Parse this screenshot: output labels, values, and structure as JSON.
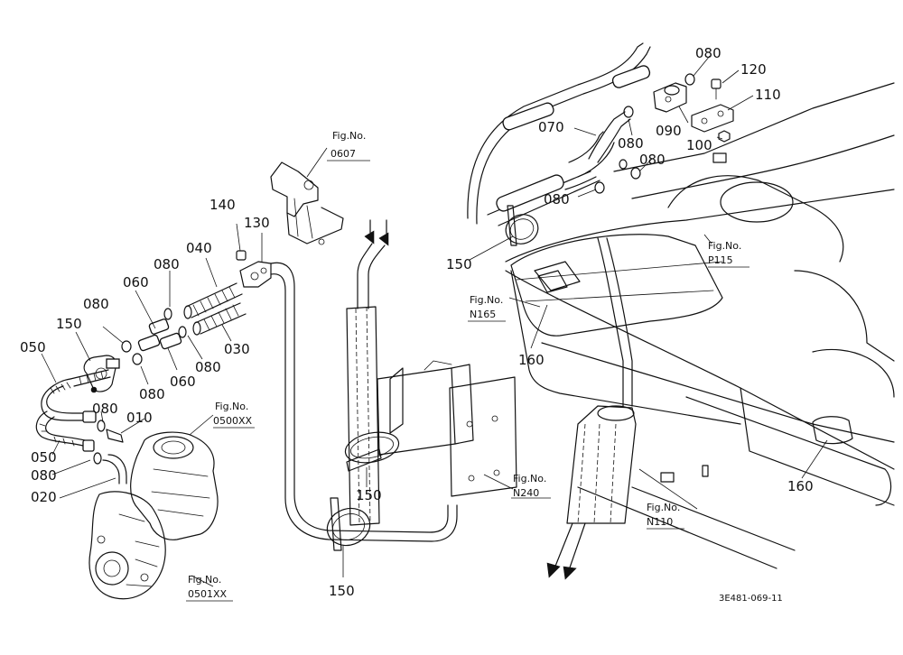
{
  "diagram": {
    "callouts": {
      "c140": "140",
      "c130": "130",
      "c040": "040",
      "c080_a": "080",
      "c060_a": "060",
      "c080_b": "080",
      "c150_a": "150",
      "c050_a": "050",
      "c030": "030",
      "c080_c": "080",
      "c060_b": "060",
      "c080_d": "080",
      "c080_e": "080",
      "c010": "010",
      "c050_b": "050",
      "c080_f": "080",
      "c020": "020",
      "c150_b": "150",
      "c150_c": "150",
      "c080_g": "080",
      "c120": "120",
      "c110": "110",
      "c070": "070",
      "c080_h": "080",
      "c090": "090",
      "c100": "100",
      "c080_i": "080",
      "c080_j": "080",
      "c150_d": "150",
      "c160_a": "160",
      "c160_b": "160"
    },
    "fig_refs": {
      "f0607": "0607",
      "f0500": "0500XX",
      "f0501": "0501XX",
      "fN240": "N240",
      "fN165": "N165",
      "fP115": "P115",
      "fN110": "N110"
    },
    "fig_prefix": "Fig.No.",
    "drawing_code": "3E481-069-11"
  }
}
